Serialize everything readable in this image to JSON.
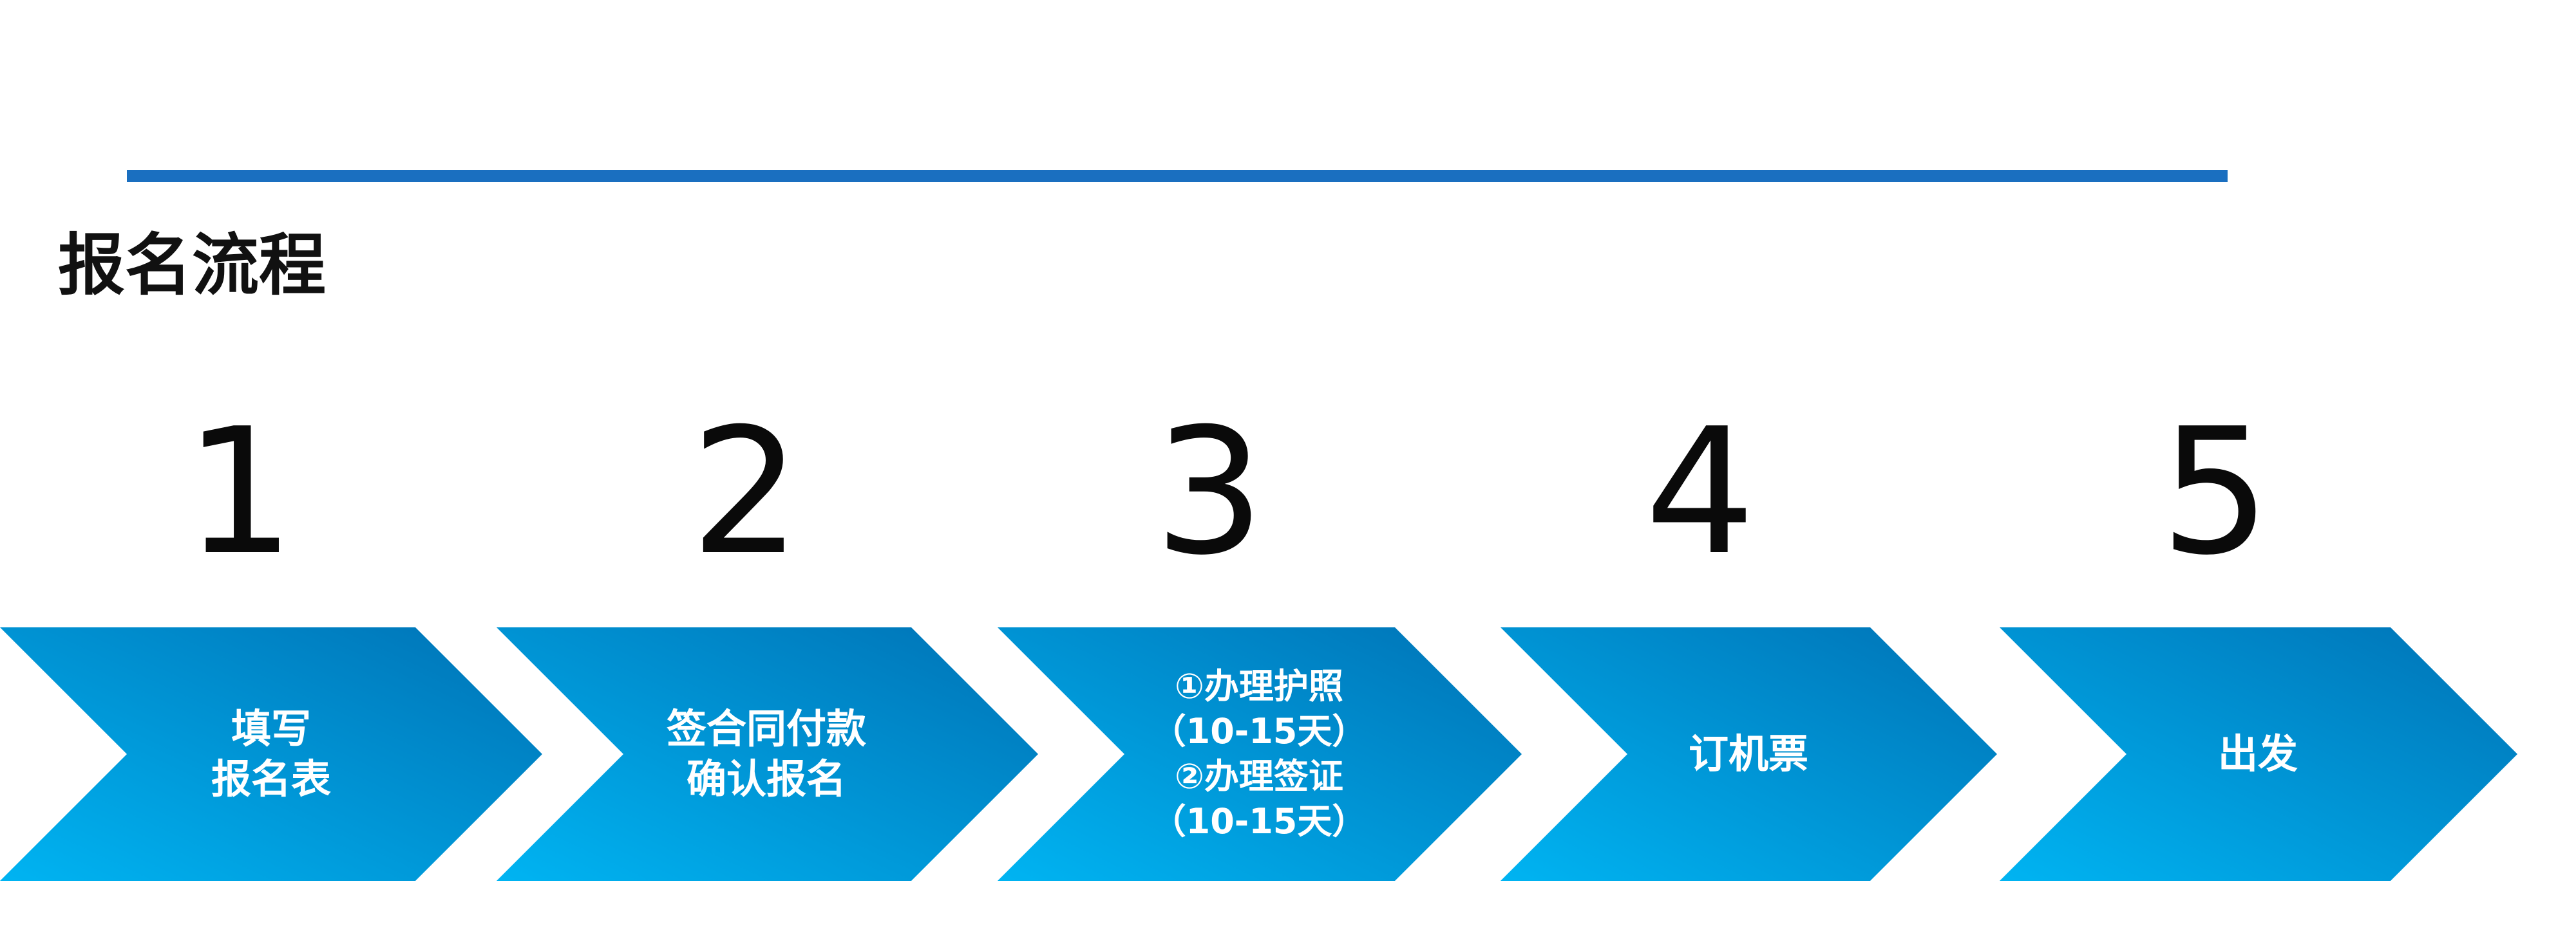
{
  "title": "报名流程",
  "colors": {
    "rule": "#1a6fc0",
    "chevron_light": "#00b4f2",
    "chevron_dark": "#0072b5",
    "label_text": "#ffffff"
  },
  "steps": [
    {
      "number": "1",
      "lines": [
        "填写",
        "报名表"
      ]
    },
    {
      "number": "2",
      "lines": [
        "签合同付款",
        "确认报名"
      ]
    },
    {
      "number": "3",
      "lines": [
        "①办理护照",
        "（10-15天）",
        "②办理签证",
        "（10-15天）"
      ]
    },
    {
      "number": "4",
      "lines": [
        "订机票"
      ]
    },
    {
      "number": "5",
      "lines": [
        "出发"
      ]
    }
  ]
}
